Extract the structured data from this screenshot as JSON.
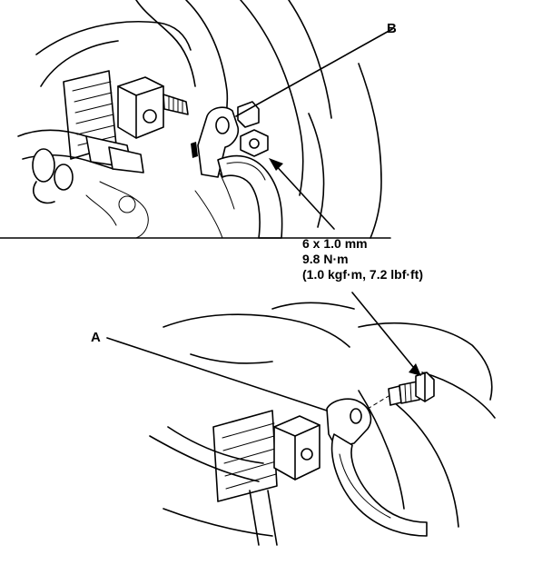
{
  "labels": {
    "a": "A",
    "b": "B"
  },
  "spec": {
    "line1": "6 x 1.0 mm",
    "line2": "9.8 N·m",
    "line3": "(1.0 kgf·m, 7.2 lbf·ft)"
  }
}
